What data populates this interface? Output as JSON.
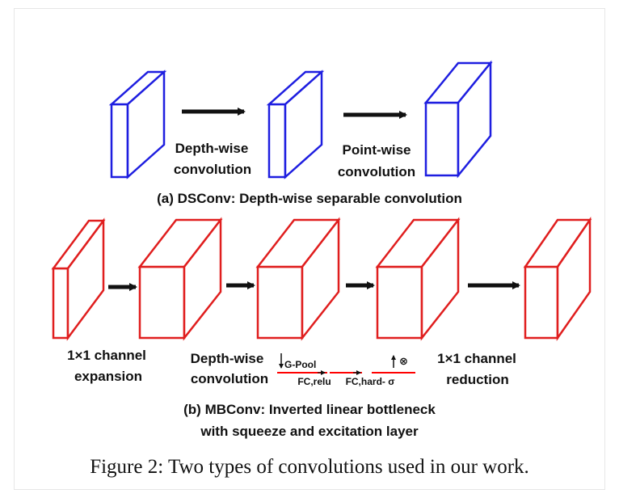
{
  "colors": {
    "blue_block": "#1e1ee0",
    "red_block": "#e01e1e",
    "arrow": "#111111",
    "se_line": "#ff0000"
  },
  "dsconv": {
    "label_depthwise_1": "Depth-wise",
    "label_depthwise_2": "convolution",
    "label_pointwise_1": "Point-wise",
    "label_pointwise_2": "convolution",
    "subcaption": "(a) DSConv: Depth-wise separable convolution"
  },
  "mbconv": {
    "label_expansion_1": "1×1 channel",
    "label_expansion_2": "expansion",
    "label_depthwise_1": "Depth-wise",
    "label_depthwise_2": "convolution",
    "se_gpool": "G-Pool",
    "se_fc_relu": "FC,relu",
    "se_fc_hard": "FC,hard- σ",
    "se_multiply": "⊗",
    "label_reduction_1": "1×1 channel",
    "label_reduction_2": "reduction",
    "subcaption_1": "(b) MBConv: Inverted linear bottleneck",
    "subcaption_2": "with squeeze and excitation layer"
  },
  "figure_caption": "Figure 2: Two types of convolutions used in our work."
}
